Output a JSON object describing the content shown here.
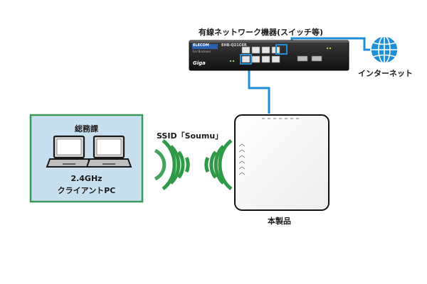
{
  "switch": {
    "title": "有線ネットワーク機器(スイッチ等)",
    "brand": "ELECOM",
    "model": "EHB-Q21C6R",
    "sub_brand": "Giga",
    "tagline": "For Business"
  },
  "internet": {
    "label": "インターネット"
  },
  "ap": {
    "label": "本製品"
  },
  "ssid": {
    "label": "SSID「Soumu」"
  },
  "pc_group": {
    "title": "総務課",
    "line1": "2.4GHz",
    "line2": "クライアントPC"
  },
  "colors": {
    "cable": "#1e8fd6",
    "signal": "#2e9a48",
    "group_fill": "#c7dfef",
    "group_border": "#3a9a5b",
    "globe": "#1e8fd6",
    "switch_body": "#1b1b1b"
  }
}
